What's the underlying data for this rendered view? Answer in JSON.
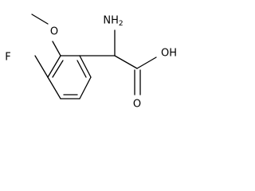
{
  "molecule": {
    "atoms": {
      "fluorine": "F",
      "methoxy_oxygen": "O",
      "amine": "NH",
      "amine_subscript": "2",
      "hydroxyl": "OH",
      "carbonyl_oxygen": "O"
    }
  }
}
